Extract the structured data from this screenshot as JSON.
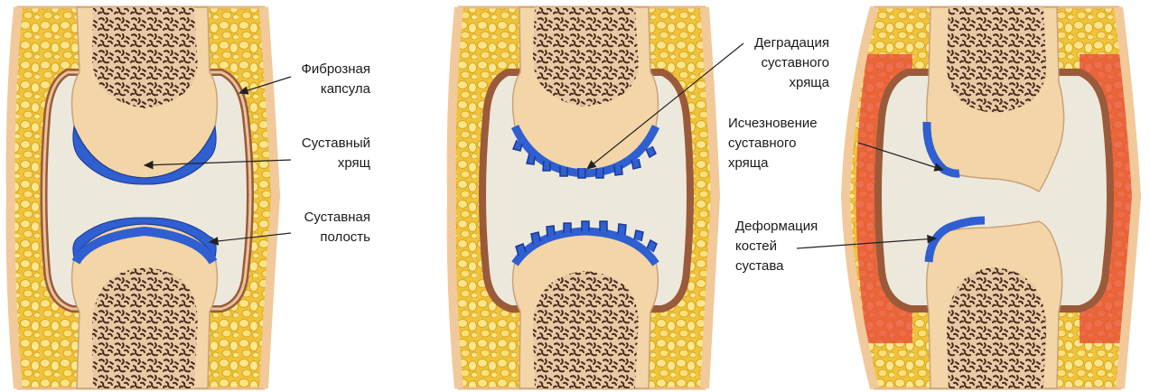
{
  "panel1": {
    "labels": {
      "capsule": "Фиброзная\nкапсула",
      "cartilage": "Суставный\nхрящ",
      "cavity": "Суставная\nполость"
    }
  },
  "panel2": {
    "labels": {
      "degradation": "Деградация\nсуставного\nхряща"
    }
  },
  "panel3": {
    "labels": {
      "disappearance": "Исчезновение\nсуставного\nхряща",
      "deformation": "Деформация\nкостей\nсустава"
    }
  },
  "colors": {
    "fat": "#f2cf3e",
    "skin": "#f3d3a8",
    "bone": "#f3d5a8",
    "cartilage": "#2f5fd0",
    "capsule": "#9b5a3a",
    "cavity": "#ece9dc",
    "inflamed": "#e8473a"
  }
}
